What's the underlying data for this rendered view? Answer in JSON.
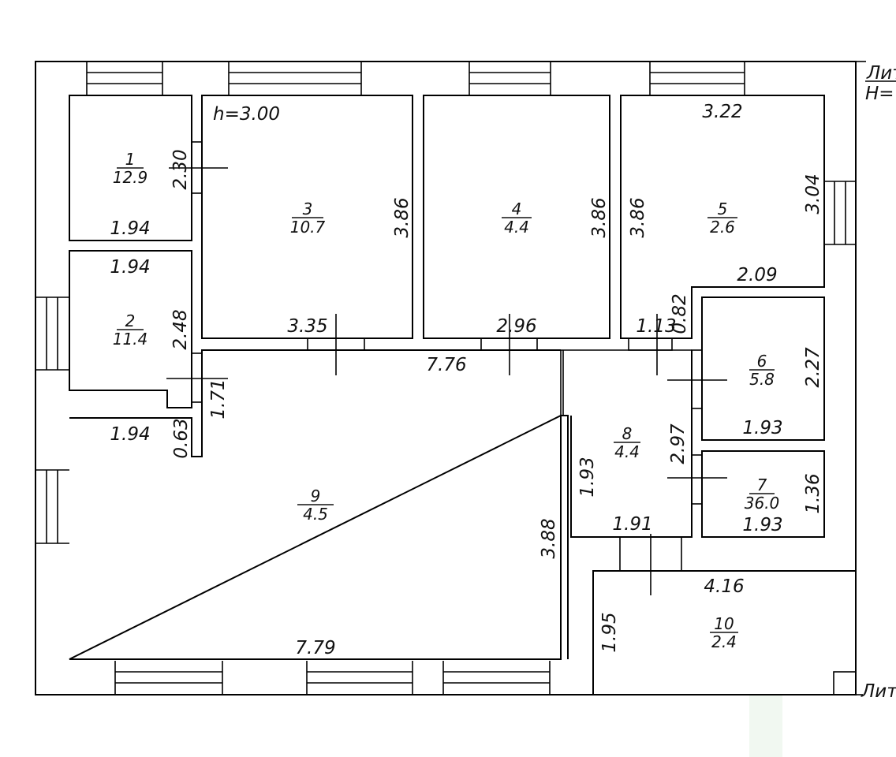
{
  "header": {
    "ceiling_height": "h=3.00",
    "corner_label_top_1": "Лит",
    "corner_label_top_2": "H=",
    "corner_label_bottom": "Лит"
  },
  "rooms": [
    {
      "number": "1",
      "area": "12.9"
    },
    {
      "number": "2",
      "area": "11.4"
    },
    {
      "number": "3",
      "area": "10.7"
    },
    {
      "number": "4",
      "area": "4.4"
    },
    {
      "number": "5",
      "area": "2.6"
    },
    {
      "number": "6",
      "area": "5.8"
    },
    {
      "number": "7",
      "area": "36.0"
    },
    {
      "number": "8",
      "area": "4.4"
    },
    {
      "number": "9",
      "area": "4.5"
    },
    {
      "number": "10",
      "area": "2.4"
    }
  ],
  "dimensions": {
    "r9_width": "1.94",
    "r9_height": "2.30",
    "r8_width": "1.94",
    "r8_height": "2.48",
    "r8_lower": "1.71",
    "r7_top_width": "1.94",
    "r7_step": "0.63",
    "r7_height": "3.88",
    "r7_width": "7.79",
    "r1_width": "3.35",
    "r1_height": "3.86",
    "r2_width": "2.96",
    "r2_height": "3.86",
    "r3_left_height": "3.86",
    "r3_width": "3.22",
    "r3_right_height": "3.04",
    "r3_step_width": "2.09",
    "r3_step_height": "0.82",
    "r3_bottom": "1.13",
    "corridor": "7.76",
    "r4_height": "2.27",
    "r4_width": "1.93",
    "r5_height": "1.36",
    "r5_width": "1.93",
    "r6_right": "2.97",
    "r6_left": "1.93",
    "r6_width": "1.91",
    "r10_width": "4.16",
    "r10_height": "1.95"
  }
}
